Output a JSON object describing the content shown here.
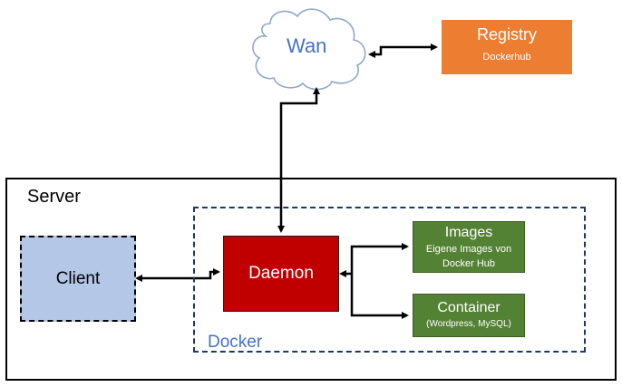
{
  "wan": {
    "label": "Wan"
  },
  "registry": {
    "title": "Registry",
    "subtitle": "Dockerhub"
  },
  "server": {
    "label": "Server"
  },
  "docker": {
    "label": "Docker"
  },
  "client": {
    "label": "Client"
  },
  "daemon": {
    "label": "Daemon"
  },
  "images": {
    "title": "Images",
    "subtitle": "Eigene Images von Docker Hub"
  },
  "container": {
    "title": "Container",
    "subtitle": "(Wordpress, MySQL)"
  },
  "colors": {
    "client": "#b4c7e7",
    "daemon": "#c00000",
    "green": "#548235",
    "registry": "#ed7d31",
    "docker_text": "#4472c4"
  }
}
